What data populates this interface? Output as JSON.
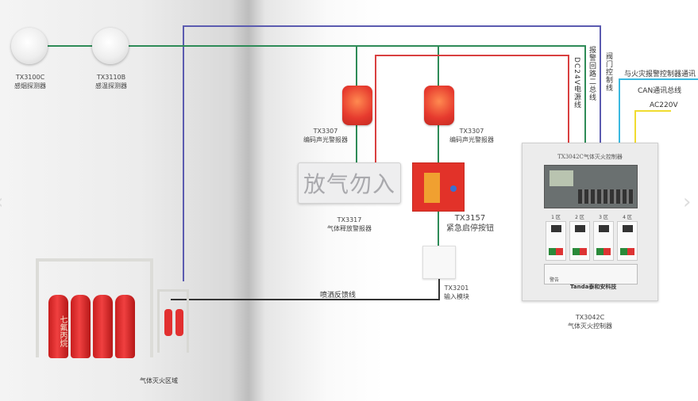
{
  "detectors": [
    {
      "model": "TX3100C",
      "name": "感烟探测器"
    },
    {
      "model": "TX3110B",
      "name": "感温探测器"
    }
  ],
  "strobes": [
    {
      "model": "TX3307",
      "name": "编码声光警报器"
    },
    {
      "model": "TX3307",
      "name": "编码声光警报器"
    }
  ],
  "sign": {
    "text": "放气勿入",
    "model": "TX3317",
    "name": "气体释放警报器"
  },
  "button": {
    "model": "TX3157",
    "name": "紧急启停按钮"
  },
  "module": {
    "model": "TX3201",
    "name": "输入模块"
  },
  "controller": {
    "panel_title": "TX3042C气体灭火控制器",
    "zones": [
      "1 区",
      "2 区",
      "3 区",
      "4 区"
    ],
    "warning": "警告",
    "brand": "Tanda泰和安科技",
    "model": "TX3042C",
    "name": "气体灭火控制器"
  },
  "zone_area": {
    "label": "气体灭火区域",
    "cylinder_text": "七氟丙烷"
  },
  "wires": {
    "dc24v": "DC24V电源线",
    "alarm_bus": "报警回路二总线",
    "valve": "阀门控制线",
    "fire_alarm": "与火灾报警控制器通讯",
    "can": "CAN通讯总线",
    "ac": "AC220V",
    "feedback": "喷洒反馈线"
  },
  "colors": {
    "valve": "#5b5bb0",
    "bus": "#2e8b57",
    "dc24v": "#d94040",
    "can": "#3ab8e0",
    "ac": "#f0dc30",
    "feedback": "#333333"
  }
}
